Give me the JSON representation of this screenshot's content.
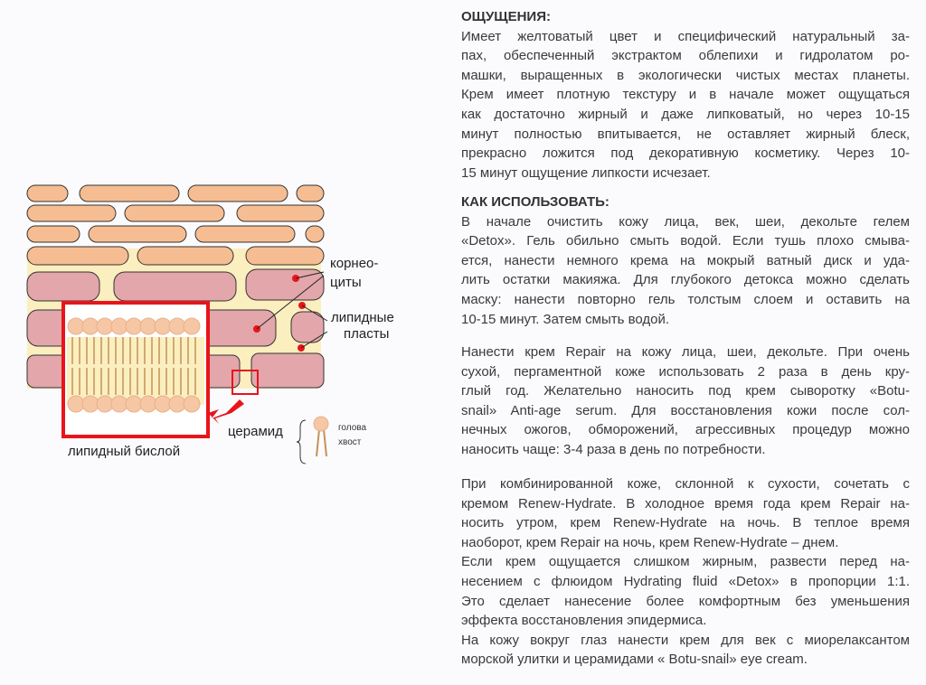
{
  "section_feel": {
    "title": "ОЩУЩЕНИЯ:",
    "lines": [
      "Имеет желтоватый цвет и специфический натуральный за-",
      "пах, обеспеченный экстрактом облепихи и гидролатом ро-",
      "машки, выращенных в экологически чистых местах планеты.",
      "Крем имеет плотную текстуру и в начале может ощущаться",
      "как достаточно жирный и даже липковатый, но через 10-15",
      "минут полностью впитывается, не оставляет жирный блеск,",
      "прекрасно ложится под декоративную косметику. Через 10-",
      "15 минут ощущение липкости исчезает."
    ]
  },
  "section_use": {
    "title": "КАК ИСПОЛЬЗОВАТЬ:",
    "lines": [
      "В начале очистить кожу лица, век, шеи, декольте гелем",
      "«Detox». Гель обильно смыть водой. Если тушь плохо смыва-",
      "ется, нанести немного крема на мокрый ватный диск и уда-",
      "лить остатки макияжа. Для глубокого детокса можно сделать",
      "маску: нанести повторно гель толстым слоем и оставить на",
      "10-15 минут. Затем смыть водой."
    ]
  },
  "para_repair": {
    "lines": [
      "Нанести крем Repair на кожу лица, шеи, декольте. При очень",
      "сухой, пергаментной  коже использовать 2 раза в день кру-",
      "глый год. Желательно наносить под крем сыворотку «Botu-",
      "snail» Anti-age serum. Для восстановления кожи после сол-",
      "нечных ожогов, обморожений, агрессивных процедур можно",
      "наносить чаще: 3-4 раза в день по потребности."
    ]
  },
  "para_combo": {
    "lines": [
      "При комбинированной коже, склонной к сухости, сочетать с",
      "кремом Renew-Hydrate. В холодное время года крем Repair на-",
      "носить утром, крем Renew-Hydrate на ночь. В теплое время",
      "наоборот, крем Repair на ночь, крем Renew-Hydrate – днем.",
      "Если крем ощущается слишком жирным, развести перед на-",
      "несением с флюидом Hydrating fluid «Detox» в пропорции 1:1.",
      "Это сделает нанесение более комфортным без уменьшения",
      "эффекта восстановления эпидермиса.",
      "На кожу вокруг глаз нанести крем для век с миорелаксантом",
      "морской улитки и церамидами « Botu-snail» eye cream."
    ]
  },
  "diagram": {
    "corneocytes": [
      "корнео-",
      "циты"
    ],
    "lipid_layers": [
      "липидные",
      "пласты"
    ],
    "ceramide": "церамид",
    "head": "голова",
    "tail": "хвост",
    "bilayer": "липидный бислой"
  },
  "colors": {
    "orange": "#f6bd92",
    "pink": "#e2a6ab",
    "lipid": "#fbefbf",
    "red": "#e8141b"
  }
}
